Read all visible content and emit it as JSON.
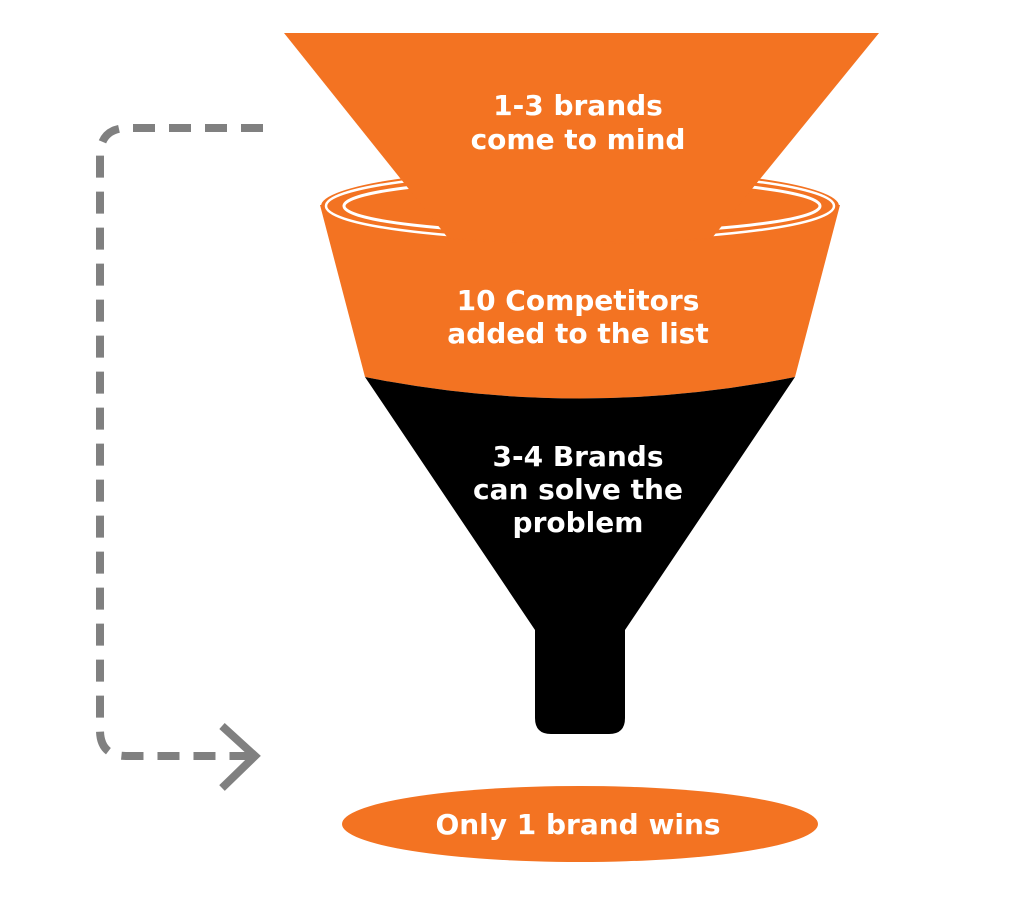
{
  "funnel": {
    "top_label": {
      "line1": "1-3 brands",
      "line2": "come to mind"
    },
    "middle_label": {
      "line1": "10 Competitors",
      "line2": "added to the list"
    },
    "bottom_label": {
      "line1": "3-4 Brands",
      "line2": "can solve the",
      "line3": "problem"
    }
  },
  "result": {
    "label": "Only 1 brand wins"
  },
  "colors": {
    "orange": "#F37322",
    "black": "#000000",
    "gray_arrow": "#808080",
    "white": "#FFFFFF"
  }
}
